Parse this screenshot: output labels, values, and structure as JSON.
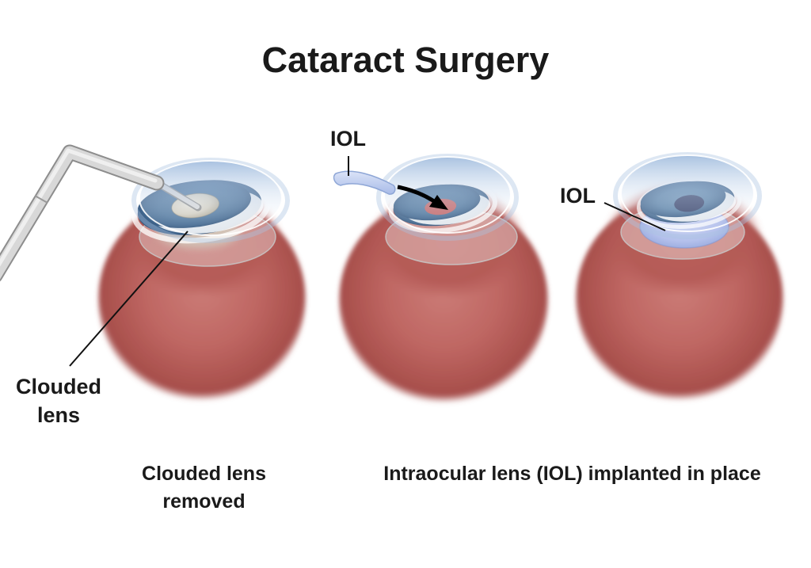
{
  "title": "Cataract Surgery",
  "callouts": {
    "left_eye": "Clouded lens",
    "middle_eye": "IOL",
    "right_eye": "IOL"
  },
  "captions": {
    "left": "Clouded lens removed",
    "right": "Intraocular lens (IOL) implanted in place"
  },
  "figure": {
    "type": "medical-illustration",
    "subject": "Cataract surgery steps shown on three eyeballs",
    "steps": [
      "Clouded lens broken up and removed with a phacoemulsification instrument",
      "Intraocular lens (IOL) inserted through the pupil (arrow shows insertion)",
      "IOL implanted in place behind the iris"
    ]
  },
  "colors": {
    "background": "#ffffff",
    "text": "#1a1a1a",
    "sclera": "#b45a56",
    "sclera_highlight": "#cb7b76",
    "sclera_edge": "#a64e4b",
    "iris": "#50779e",
    "iris_rim": "#3a5c82",
    "pupil_navy": "#3e4a71",
    "pupil_empty_pink": "#c2686a",
    "clouded_lens": "#d5d0c2",
    "iol_blue": "#b5c1ec",
    "cornea_blue": "#c4d6ec",
    "instrument_gray": "#d8d8d8",
    "callout_line": "#111111"
  }
}
